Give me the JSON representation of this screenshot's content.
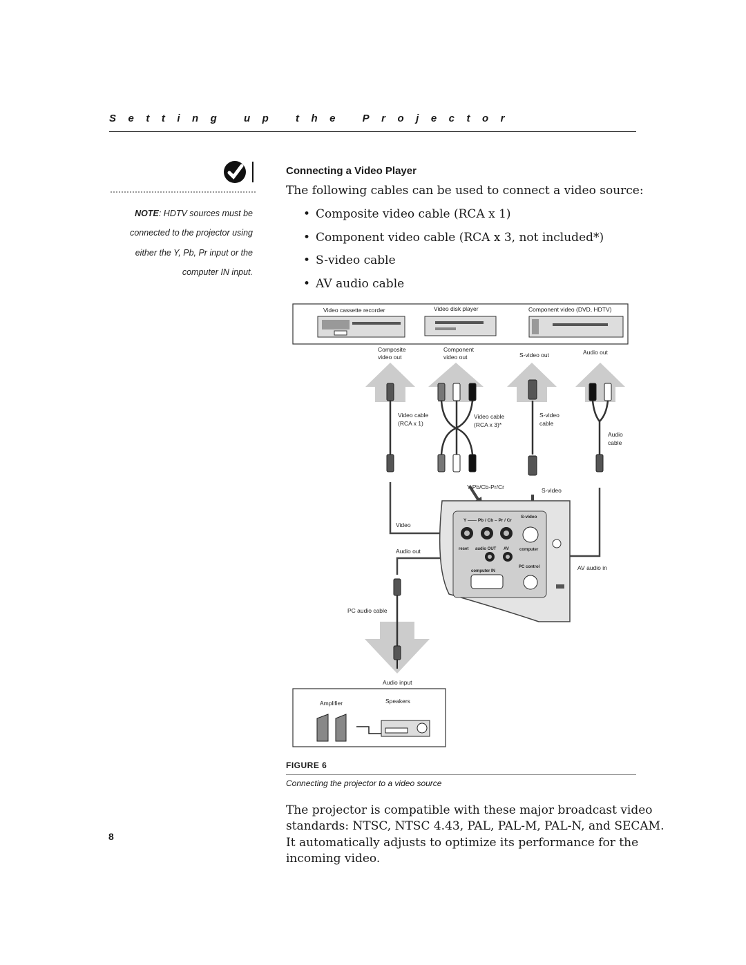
{
  "running_head": "Setting up the Projector",
  "note": {
    "lead": "NOTE",
    "text": ": HDTV sources must be connected to the projector using either the Y, Pb, Pr input or the computer IN input."
  },
  "section": {
    "title": "Connecting a Video Player",
    "intro": "The following cables can be used to connect a video source:",
    "bullets": [
      "Composite video cable (RCA x 1)",
      "Component video cable (RCA x 3, not included*)",
      "S-video cable",
      "AV audio cable"
    ]
  },
  "figure": {
    "labels": {
      "vcr": "Video cassette recorder",
      "disk": "Video disk player",
      "component_src": "Component video (DVD, HDTV)",
      "composite_out_1": "Composite",
      "composite_out_2": "video out",
      "component_out_1": "Component",
      "component_out_2": "video out",
      "svideo_out": "S-video out",
      "audio_out_top": "Audio out",
      "video_cable_1": "Video cable",
      "video_cable_2": "(RCA x 1)",
      "video_cable3_1": "Video cable",
      "video_cable3_2": "(RCA x 3)*",
      "svideo_cable_1": "S-video",
      "svideo_cable_2": "cable",
      "audio_cable_1": "Audio",
      "audio_cable_2": "cable",
      "ypbpr": "Y-Pb/Cb-Pr/Cr",
      "svideo": "S-video",
      "video": "Video",
      "audio_out": "Audio out",
      "av_audio_in": "AV audio in",
      "pc_audio_cable": "PC audio cable",
      "audio_input": "Audio input",
      "amplifier": "Amplifier",
      "speakers": "Speakers",
      "panel_ypbpr": "Y —— Pb / Cb – Pr / Cr",
      "panel_svideo": "S-video",
      "panel_reset": "reset",
      "panel_audio_out": "audio OUT",
      "panel_av": "AV",
      "panel_computer": "computer",
      "panel_pc_control": "PC control",
      "panel_computer_in": "computer IN"
    },
    "label": "FIGURE 6",
    "caption": "Connecting the projector to a video source"
  },
  "body": {
    "lines": [
      "The projector is compatible with these major broadcast video",
      "standards: NTSC, NTSC 4.43, PAL, PAL-M, PAL-N, and SECAM.",
      "It automatically adjusts to optimize its performance for the",
      "incoming video."
    ]
  },
  "page_number": "8"
}
